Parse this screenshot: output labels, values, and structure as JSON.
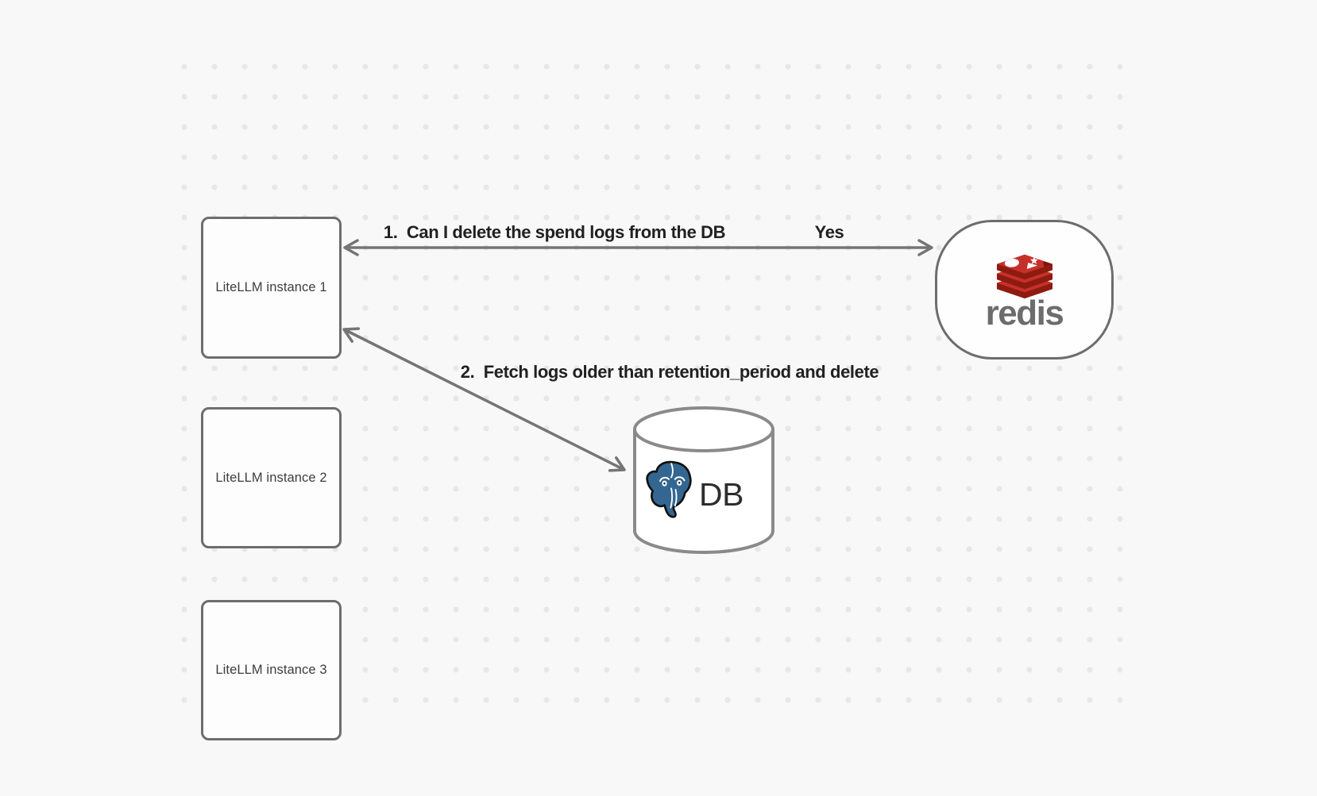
{
  "diagram": {
    "background": {
      "color": "#f8f8f8",
      "dot_color": "#e7e7e7"
    },
    "instances": [
      {
        "label": "LiteLLM instance 1"
      },
      {
        "label": "LiteLLM instance 2"
      },
      {
        "label": "LiteLLM instance 3"
      }
    ],
    "redis": {
      "wordmark": "redis"
    },
    "db": {
      "label": "DB"
    },
    "edges": {
      "redis_edge": {
        "label": "1.  Can I delete the spend logs from the DB",
        "response": "Yes",
        "style": "double-headed-arrow"
      },
      "db_edge": {
        "label": "2.  Fetch logs older than retention_period and delete",
        "style": "double-headed-arrow"
      }
    },
    "colors": {
      "node_border": "#6d6d6d",
      "arrow": "#757575",
      "label_text": "#212121",
      "instance_text": "#3d3d3d",
      "redis_red": "#C6302B",
      "redis_dark_red": "#8E1B10",
      "redis_wordmark_gray": "#6c6c6c",
      "postgres_blue": "#336791",
      "cylinder_stroke": "#8a8a8a"
    }
  }
}
